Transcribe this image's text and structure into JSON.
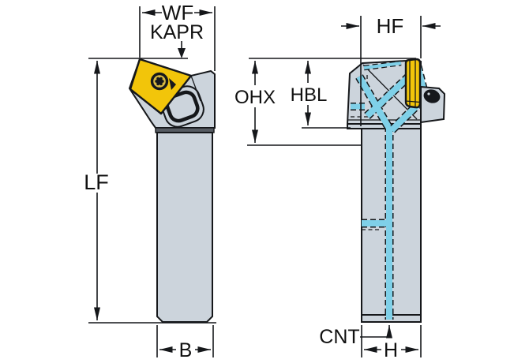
{
  "front_view": {
    "labels": {
      "wf": "WF",
      "kapr": "KAPR",
      "lf": "LF",
      "b": "B"
    }
  },
  "side_view": {
    "labels": {
      "hf": "HF",
      "ohx": "OHX",
      "hbl": "HBL",
      "cnt": "CNT",
      "h": "H"
    }
  },
  "colors": {
    "background": "#ffffff",
    "outline": "#15171a",
    "body_gray": "#ccd4dc",
    "joint_band": "#565b62",
    "insert_yellow": "#f2c50a",
    "coolant_blue": "#7fd0e8",
    "screw_gold": "#d9ba41",
    "screw_black": "#16181c",
    "dimension_text": "#111111"
  }
}
